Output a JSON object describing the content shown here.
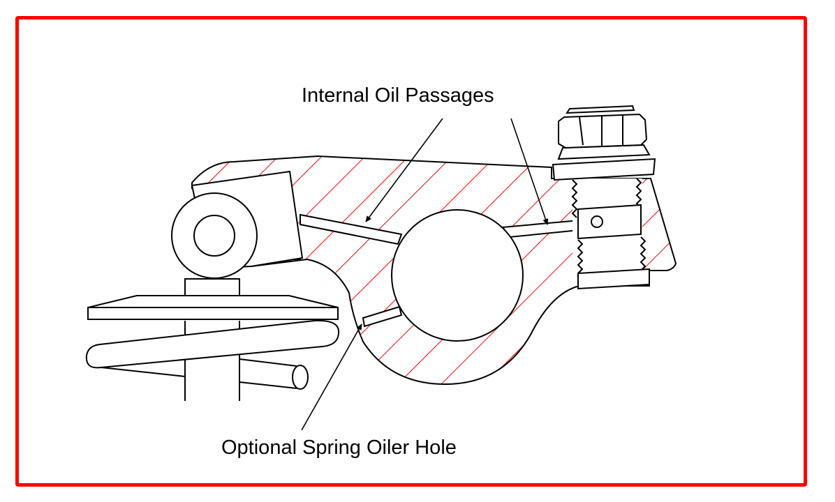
{
  "diagram": {
    "subject": "Rocker arm cross-section",
    "colors": {
      "frame": "#ff0000",
      "hatch": "#ff0000",
      "outline": "#000000",
      "background": "#ffffff"
    },
    "labels": {
      "internal_oil_passages": "Internal Oil Passages",
      "optional_spring_oiler_hole": "Optional Spring Oiler Hole"
    },
    "parts": [
      "rocker-arm-body",
      "roller-tip",
      "pivot-bore",
      "adjuster-screw",
      "lock-nut",
      "valve-spring",
      "spring-retainer",
      "valve-stem",
      "oil-passage-upper-left",
      "oil-passage-upper-right",
      "spring-oiler-hole"
    ]
  }
}
